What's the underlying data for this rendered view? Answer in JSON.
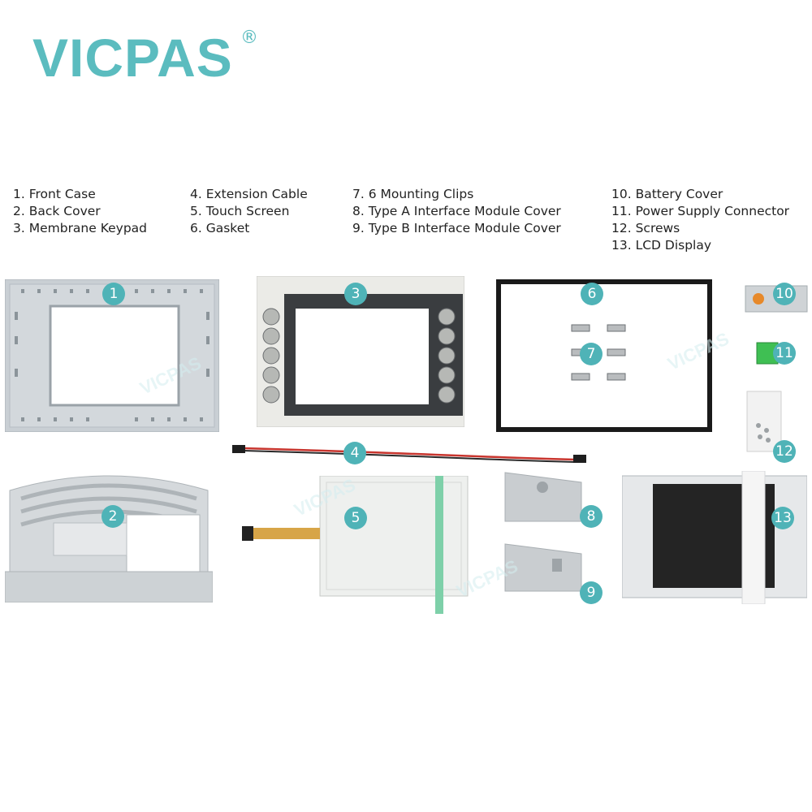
{
  "brand": {
    "name": "VICPAS",
    "registered": "®"
  },
  "parts": [
    {
      "num": "1",
      "label": "1. Front Case"
    },
    {
      "num": "2",
      "label": "2. Back Cover"
    },
    {
      "num": "3",
      "label": "3. Membrane Keypad"
    },
    {
      "num": "4",
      "label": "4. Extension Cable"
    },
    {
      "num": "5",
      "label": "5. Touch Screen"
    },
    {
      "num": "6",
      "label": "6. Gasket"
    },
    {
      "num": "7",
      "label": "7. 6 Mounting Clips"
    },
    {
      "num": "8",
      "label": "8. Type A Interface Module Cover"
    },
    {
      "num": "9",
      "label": "9. Type B Interface Module Cover"
    },
    {
      "num": "10",
      "label": "10. Battery Cover"
    },
    {
      "num": "11",
      "label": "11. Power Supply Connector"
    },
    {
      "num": "12",
      "label": "12. Screws"
    },
    {
      "num": "13",
      "label": "13. LCD Display"
    }
  ],
  "watermark": "VICPAS",
  "colors": {
    "brand": "#5bbcbf",
    "badge": "#4fb3b7"
  }
}
